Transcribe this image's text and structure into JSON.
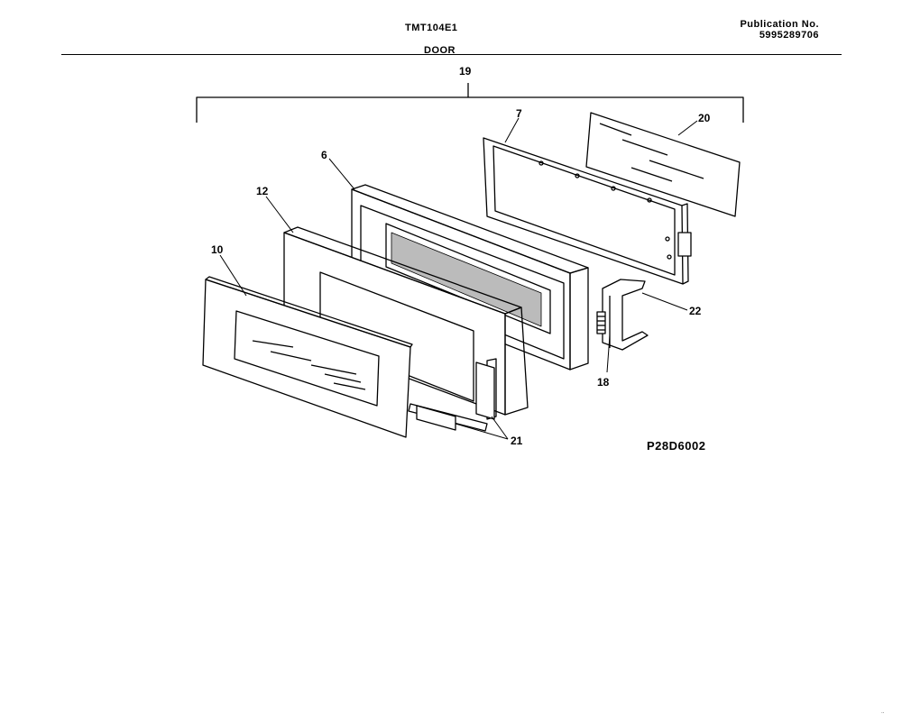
{
  "header": {
    "model": "TMT104E1",
    "publication_label": "Publication No.",
    "publication_number": "5995289706",
    "section": "DOOR"
  },
  "callouts": {
    "c19": "19",
    "c7": "7",
    "c20": "20",
    "c6": "6",
    "c12": "12",
    "c10": "10",
    "c22": "22",
    "c18": "18",
    "c21": "21"
  },
  "diagram_code": "P28D6002",
  "corner_mark": "¨"
}
